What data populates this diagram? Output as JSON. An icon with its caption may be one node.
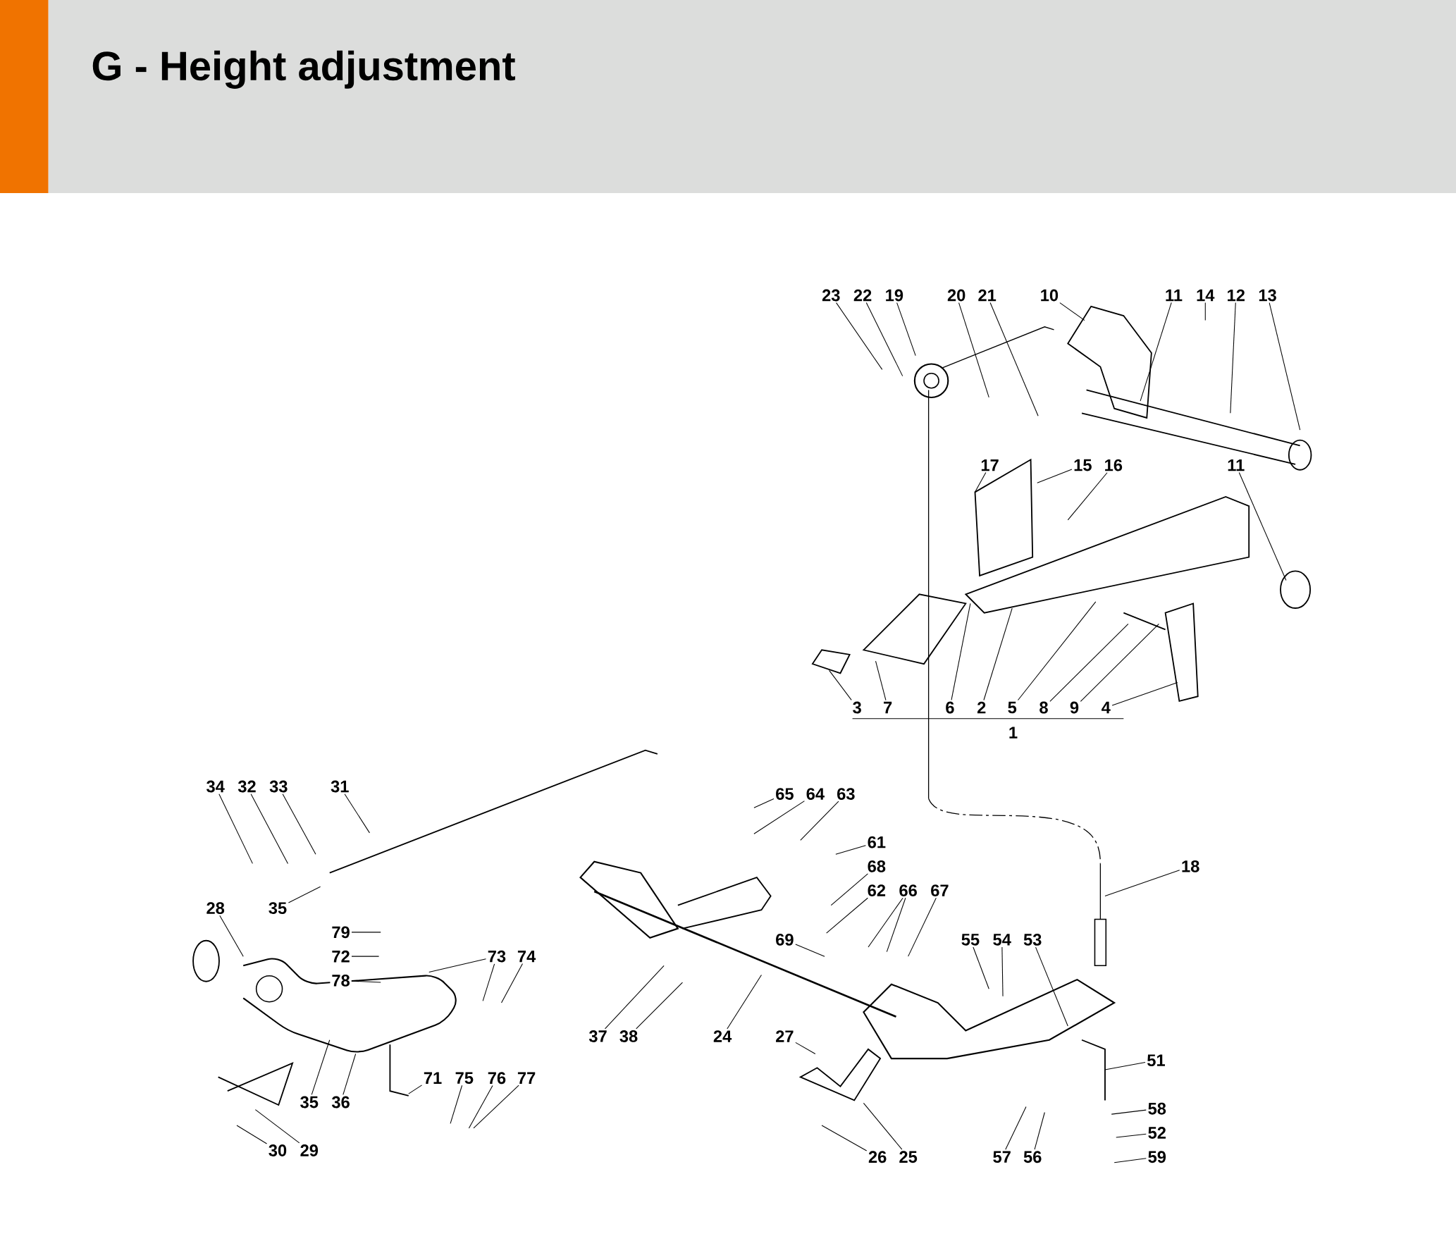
{
  "diagram": {
    "title": "G - Height adjustment",
    "nodes": [
      {
        "text": [
          "23"
        ]
      },
      {
        "text": [
          "22"
        ]
      },
      {
        "text": [
          "19"
        ]
      },
      {
        "text": [
          "20"
        ]
      },
      {
        "text": [
          "21"
        ]
      },
      {
        "text": [
          "10"
        ]
      },
      {
        "text": [
          "11"
        ]
      },
      {
        "text": [
          "14"
        ]
      },
      {
        "text": [
          "12"
        ]
      },
      {
        "text": [
          "13"
        ]
      },
      {
        "text": [
          "17"
        ]
      },
      {
        "text": [
          "15"
        ]
      },
      {
        "text": [
          "16"
        ]
      },
      {
        "text": [
          "11"
        ]
      },
      {
        "text": [
          "3"
        ]
      },
      {
        "text": [
          "7"
        ]
      },
      {
        "text": [
          "6"
        ]
      },
      {
        "text": [
          "2"
        ]
      },
      {
        "text": [
          "5"
        ]
      },
      {
        "text": [
          "8"
        ]
      },
      {
        "text": [
          "9"
        ]
      },
      {
        "text": [
          "4"
        ]
      },
      {
        "text": [
          "34"
        ]
      },
      {
        "text": [
          "32"
        ]
      },
      {
        "text": [
          "33"
        ]
      },
      {
        "text": [
          "31"
        ]
      },
      {
        "text": [
          "65"
        ]
      },
      {
        "text": [
          "64"
        ]
      },
      {
        "text": [
          "63"
        ]
      },
      {
        "text": [
          "61"
        ]
      },
      {
        "text": [
          "68"
        ]
      },
      {
        "text": [
          "18"
        ]
      },
      {
        "text": [
          "62"
        ]
      },
      {
        "text": [
          "66"
        ]
      },
      {
        "text": [
          "67"
        ]
      },
      {
        "text": [
          "28"
        ]
      },
      {
        "text": [
          "35"
        ]
      },
      {
        "text": [
          "79"
        ]
      },
      {
        "text": [
          "69"
        ]
      },
      {
        "text": [
          "55"
        ]
      },
      {
        "text": [
          "54"
        ]
      },
      {
        "text": [
          "53"
        ]
      },
      {
        "text": [
          "72"
        ]
      },
      {
        "text": [
          "73"
        ]
      },
      {
        "text": [
          "74"
        ]
      },
      {
        "text": [
          "78"
        ]
      },
      {
        "text": [
          "37"
        ]
      },
      {
        "text": [
          "38"
        ]
      },
      {
        "text": [
          "24"
        ]
      },
      {
        "text": [
          "27"
        ]
      },
      {
        "text": [
          "51"
        ]
      },
      {
        "text": [
          "71"
        ]
      },
      {
        "text": [
          "75"
        ]
      },
      {
        "text": [
          "76"
        ]
      },
      {
        "text": [
          "77"
        ]
      },
      {
        "text": [
          "35"
        ]
      },
      {
        "text": [
          "36"
        ]
      },
      {
        "text": [
          "58"
        ]
      },
      {
        "text": [
          "52"
        ]
      },
      {
        "text": [
          "30"
        ]
      },
      {
        "text": [
          "29"
        ]
      },
      {
        "text": [
          "57"
        ]
      },
      {
        "text": [
          "56"
        ]
      },
      {
        "text": [
          "26"
        ]
      },
      {
        "text": [
          "25"
        ]
      },
      {
        "text": [
          "59"
        ]
      }
    ],
    "edges": [
      {
        "from": 0,
        "to": null,
        "arrow": "none"
      },
      {
        "from": 1,
        "to": null,
        "arrow": "none"
      },
      {
        "from": 2,
        "to": null,
        "arrow": "none"
      },
      {
        "from": 3,
        "to": null,
        "arrow": "none"
      },
      {
        "from": 4,
        "to": null,
        "arrow": "none"
      },
      {
        "from": 5,
        "to": null,
        "arrow": "none"
      },
      {
        "from": 6,
        "to": null,
        "arrow": "none"
      },
      {
        "from": 7,
        "to": null,
        "arrow": "none"
      },
      {
        "from": 8,
        "to": null,
        "arrow": "none"
      },
      {
        "from": 9,
        "to": null,
        "arrow": "none"
      },
      {
        "from": 10,
        "to": null,
        "arrow": "none"
      },
      {
        "from": 11,
        "to": null,
        "arrow": "none"
      },
      {
        "from": 12,
        "to": null,
        "arrow": "none"
      },
      {
        "from": 13,
        "to": null,
        "arrow": "none"
      },
      {
        "from": 14,
        "to": null,
        "arrow": "none"
      },
      {
        "from": 15,
        "to": null,
        "arrow": "none"
      },
      {
        "from": 16,
        "to": null,
        "arrow": "none"
      },
      {
        "from": 17,
        "to": null,
        "arrow": "none"
      },
      {
        "from": 18,
        "to": null,
        "arrow": "none"
      },
      {
        "from": 19,
        "to": null,
        "arrow": "none"
      },
      {
        "from": 20,
        "to": null,
        "arrow": "none"
      },
      {
        "from": 21,
        "to": null,
        "arrow": "none"
      },
      {
        "from": 22,
        "to": null,
        "arrow": "none"
      },
      {
        "from": 23,
        "to": null,
        "arrow": "none"
      },
      {
        "from": 24,
        "to": null,
        "arrow": "none"
      },
      {
        "from": 25,
        "to": null,
        "arrow": "none"
      },
      {
        "from": 26,
        "to": null,
        "arrow": "none"
      },
      {
        "from": 27,
        "to": null,
        "arrow": "none"
      },
      {
        "from": 28,
        "to": null,
        "arrow": "none"
      },
      {
        "from": 29,
        "to": null,
        "arrow": "none"
      },
      {
        "from": 30,
        "to": null,
        "arrow": "none"
      },
      {
        "from": 31,
        "to": null,
        "arrow": "none"
      },
      {
        "from": 32,
        "to": null,
        "arrow": "none"
      },
      {
        "from": 33,
        "to": null,
        "arrow": "none"
      },
      {
        "from": 33,
        "to": null,
        "arrow": "none"
      },
      {
        "from": 34,
        "to": null,
        "arrow": "none"
      },
      {
        "from": 35,
        "to": null,
        "arrow": "none"
      },
      {
        "from": 36,
        "to": null,
        "arrow": "none"
      },
      {
        "from": 37,
        "to": null,
        "arrow": "none"
      },
      {
        "from": 38,
        "to": null,
        "arrow": "none"
      },
      {
        "from": 39,
        "to": null,
        "arrow": "none"
      },
      {
        "from": 40,
        "to": null,
        "arrow": "none"
      },
      {
        "from": 41,
        "to": null,
        "arrow": "none"
      },
      {
        "from": 42,
        "to": null,
        "arrow": "none"
      },
      {
        "from": 43,
        "to": null,
        "arrow": "none"
      },
      {
        "from": 43,
        "to": null,
        "arrow": "none"
      },
      {
        "from": 44,
        "to": null,
        "arrow": "none"
      },
      {
        "from": 45,
        "to": null,
        "arrow": "none"
      },
      {
        "from": 46,
        "to": null,
        "arrow": "none"
      },
      {
        "from": 47,
        "to": null,
        "arrow": "none"
      },
      {
        "from": 48,
        "to": null,
        "arrow": "none"
      },
      {
        "from": 49,
        "to": null,
        "arrow": "none"
      },
      {
        "from": 50,
        "to": null,
        "arrow": "none"
      },
      {
        "from": 51,
        "to": null,
        "arrow": "none"
      },
      {
        "from": 52,
        "to": null,
        "arrow": "none"
      },
      {
        "from": 53,
        "to": null,
        "arrow": "none"
      },
      {
        "from": 54,
        "to": null,
        "arrow": "none"
      },
      {
        "from": 55,
        "to": null,
        "arrow": "none"
      },
      {
        "from": 56,
        "to": null,
        "arrow": "none"
      },
      {
        "from": 57,
        "to": null,
        "arrow": "none"
      },
      {
        "from": 58,
        "to": null,
        "arrow": "none"
      },
      {
        "from": 59,
        "to": null,
        "arrow": "none"
      },
      {
        "from": 60,
        "to": null,
        "arrow": "none"
      },
      {
        "from": 61,
        "to": null,
        "arrow": "none"
      },
      {
        "from": 62,
        "to": null,
        "arrow": "none"
      },
      {
        "from": 63,
        "to": null,
        "arrow": "none"
      },
      {
        "from": 64,
        "to": null,
        "arrow": "none"
      },
      {
        "from": 65,
        "to": null,
        "arrow": "none"
      }
    ],
    "labels": [
      "1"
    ]
  }
}
